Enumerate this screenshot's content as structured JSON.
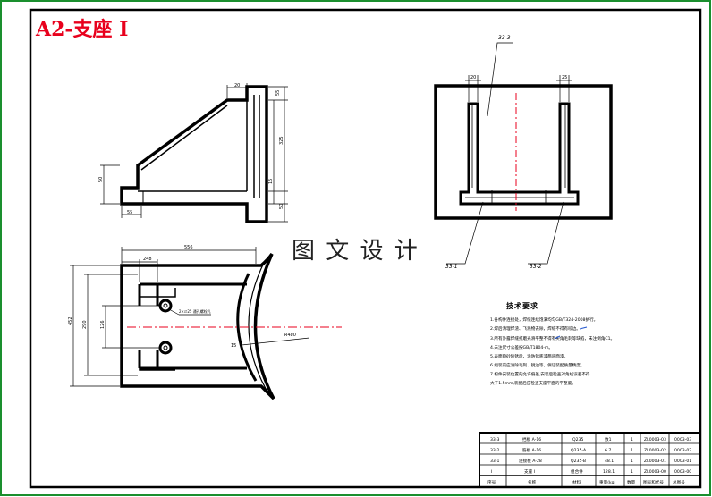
{
  "title": "A2-支座 Ⅰ",
  "watermark": "图 文 设 计",
  "colors": {
    "frame_green": "#1a8f2e",
    "title_red": "#e8001c",
    "centerline_red": "#e8001c",
    "ink": "#000000",
    "blue_mark": "#2255cc"
  },
  "side_view": {
    "dims": {
      "top_width": "20",
      "right_top": "55",
      "right_height": "325",
      "left_small": "50",
      "right_mid": "15",
      "right_bottom": "50",
      "bottom_left": "55"
    }
  },
  "top_right_view": {
    "callouts": {
      "top": "33-3",
      "bottom_left": "33-1",
      "bottom_right": "33-2"
    },
    "dims": {
      "left_slot": "20",
      "right_slot": "25"
    }
  },
  "plan_view": {
    "dims": {
      "overall_width": "556",
      "inner_width": "248",
      "overall_height": "452",
      "inner_height": "290",
      "hole_spacing": "126",
      "arc_radius": "R480",
      "arc_small": "15"
    },
    "hole_note": "2×∅25 通孔螺栓孔"
  },
  "tech_notes": {
    "title": "技术要求",
    "lines": [
      "1.各构件连接处，焊缝连续饱满均匀GB/T324-2008执行。",
      "2.焊后清理焊渣、飞溅物去除，焊缝不得有咬边。",
      "3.所有外露焊缝打磨光滑平整不得有尖角毛刺等缺陷，未注倒角C1。",
      "4.未注尺寸公差按GB/T1804-m。",
      "5.表面喷砂除锈后，涂防锈底漆两道面漆。",
      "6.组装前应清除毛刺、锐边等，保证装配质量精度。",
      "7.构件安装位置的允许偏差,安装后检查对角线误差不得",
      "  大于1.5mm,装配后应检查支座平面的平整度。"
    ]
  },
  "bom": {
    "rows": [
      [
        "33-3",
        "挡板 A-16",
        "Q235",
        "数1",
        "1",
        "ZL0003-03",
        "0003-03"
      ],
      [
        "33-2",
        "筋板 A-16",
        "Q235-A",
        "6.7",
        "1",
        "ZL0003-02",
        "0003-02"
      ],
      [
        "33-1",
        "连接板 A-28",
        "Q235-B",
        "48.1",
        "1",
        "ZL0003-01",
        "0003-01"
      ],
      [
        "Ⅰ",
        "支座 Ⅰ",
        "组合件",
        "128.1",
        "1",
        "ZL0003-00",
        "0003-00"
      ]
    ],
    "header": [
      "序号",
      "名称",
      "材料",
      "重量(kg)",
      "数量",
      "图号和代号",
      "总图号"
    ]
  }
}
